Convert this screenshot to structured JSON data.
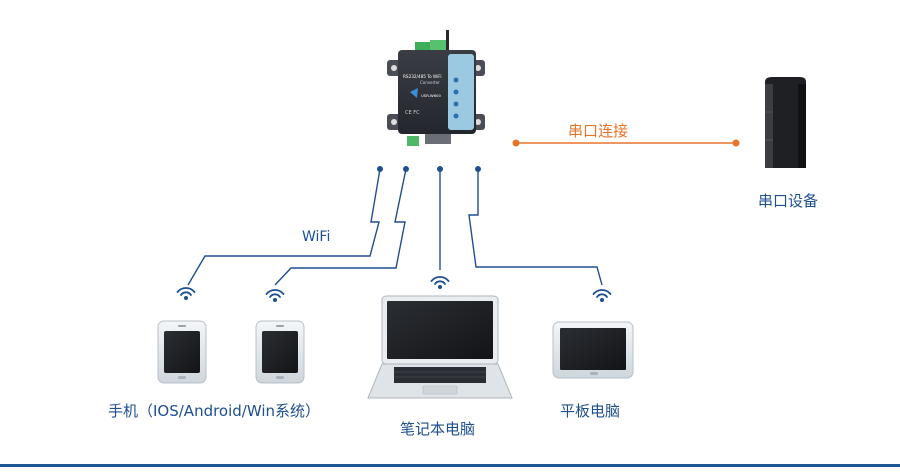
{
  "device": {
    "model_line1": "RS232/485 To WiFi",
    "model_line2": "Converter",
    "brand": "USR-W600",
    "marks": "CE FC"
  },
  "labels": {
    "serial_connection": "串口连接",
    "serial_device": "串口设备",
    "wifi": "WiFi",
    "phone": "手机（IOS/Android/Win系统）",
    "laptop": "笔记本电脑",
    "tablet": "平板电脑"
  },
  "colors": {
    "wifi_line": "#1e4f8f",
    "serial_line": "#e8742a",
    "label_blue": "#1e4f8f",
    "label_orange": "#e8742a",
    "bottom_rule": "#1f5696"
  }
}
